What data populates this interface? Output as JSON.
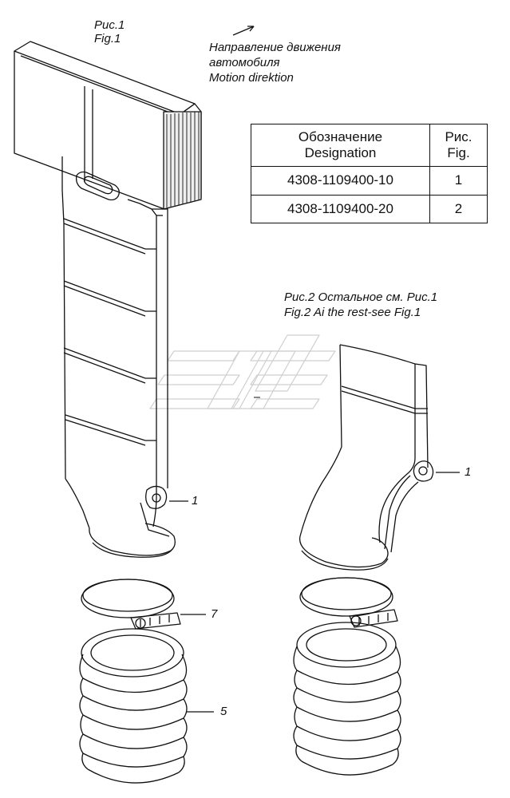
{
  "fig1_label": {
    "ru": "Рис.1",
    "en": "Fig.1"
  },
  "direction": {
    "ru_line1": "Направление движения",
    "ru_line2": "автомобиля",
    "en": "Motion direktion"
  },
  "table": {
    "headers": [
      {
        "ru": "Обозначение",
        "en": "Designation"
      },
      {
        "ru": "Рис.",
        "en": "Fig."
      }
    ],
    "rows": [
      {
        "designation": "4308-1109400-10",
        "fig": "1"
      },
      {
        "designation": "4308-1109400-20",
        "fig": "2"
      }
    ]
  },
  "fig2_label": {
    "ru": "Рис.2 Остальное см. Рис.1",
    "en": "Fig.2 Ai the rest-see Fig.1"
  },
  "callouts": {
    "fig1_part1": "1",
    "fig1_part7": "7",
    "fig1_part5": "5",
    "fig2_part1": "1"
  }
}
